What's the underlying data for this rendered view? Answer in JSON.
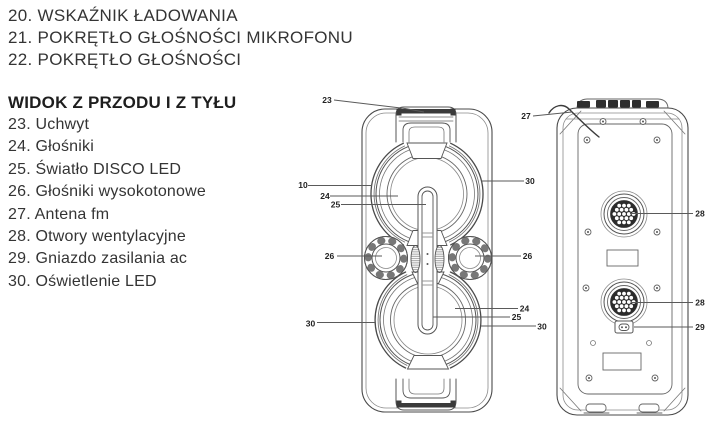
{
  "colors": {
    "ink": "#343434",
    "line": "#4a4a4a",
    "dark_fill": "#3a3a3a",
    "background": "#ffffff"
  },
  "upper_list": {
    "items": [
      "20. WSKAŹNIK ŁADOWANIA",
      "21. POKRĘTŁO GŁOŚNOŚCI MIKROFONU",
      "22. POKRĘTŁO GŁOŚNOŚCI"
    ]
  },
  "section": {
    "heading": "WIDOK Z PRZODU I Z TYŁU",
    "items": [
      "23. Uchwyt",
      "24. Głośniki",
      "25. Światło DISCO LED",
      "26. Głośniki wysokotonowe",
      "27. Antena fm",
      "28. Otwory wentylacyjne",
      "29. Gniazdo zasilania ac",
      "30. Oświetlenie LED"
    ]
  },
  "figure": {
    "front_view": {
      "callouts": {
        "handle": "23",
        "led_top_left": "10",
        "speaker_top": "24",
        "disco_top": "25",
        "led_top_right": "30",
        "tweeter_left": "26",
        "tweeter_right": "26",
        "led_bottom_left": "30",
        "speaker_bottom": "24",
        "disco_bottom": "25",
        "led_bottom_right": "30"
      }
    },
    "back_view": {
      "callouts": {
        "antenna": "27",
        "vent_top": "28",
        "vent_bottom": "28",
        "power": "29"
      }
    }
  }
}
